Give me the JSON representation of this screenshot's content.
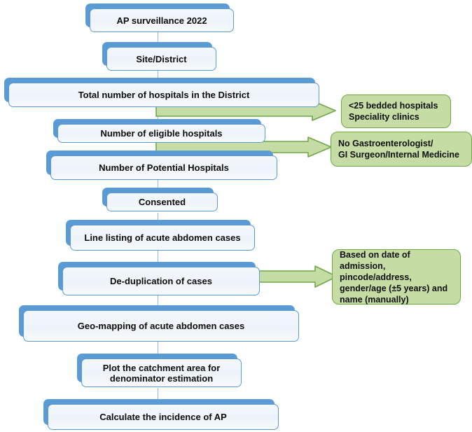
{
  "diagram": {
    "title": "AP surveillance 2022 flowchart",
    "colors": {
      "node_shadow": "#5B9BD5",
      "node_fill": "#F2F6FC",
      "node_border": "#5B9BD5",
      "connector": "#8FB9E0",
      "arrow_fill": "#C5DCA4",
      "arrow_border": "#6FA846",
      "callout_fill": "#C5DCA4",
      "callout_border": "#6FA846",
      "text": "#0d0d0d"
    },
    "nodes": [
      {
        "id": "ap-surveillance-2022",
        "label": "AP surveillance 2022"
      },
      {
        "id": "site-district",
        "label": "Site/District"
      },
      {
        "id": "total-number-of-hospitals",
        "label": "Total number of hospitals in the District"
      },
      {
        "id": "number-of-eligible-hospitals",
        "label": "Number of eligible hospitals"
      },
      {
        "id": "number-of-potential-hospitals",
        "label": "Number of Potential Hospitals"
      },
      {
        "id": "consented",
        "label": "Consented"
      },
      {
        "id": "line-listing",
        "label": "Line listing of acute abdomen cases"
      },
      {
        "id": "de-duplication",
        "label": "De-duplication of cases"
      },
      {
        "id": "geo-mapping",
        "label": "Geo-mapping of acute abdomen cases"
      },
      {
        "id": "plot-catchment-area",
        "label": "Plot the catchment area for\ndenominator estimation"
      },
      {
        "id": "calculate-incidence",
        "label": "Calculate the incidence of AP"
      }
    ],
    "callouts": [
      {
        "id": "excluded-small-hospitals",
        "text": "<25 bedded hospitals\nSpeciality clinics"
      },
      {
        "id": "excluded-no-specialist",
        "text": "No Gastroenterologist/\nGI Surgeon/Internal Medicine"
      },
      {
        "id": "deduplication-criteria",
        "text": "Based on date of admission,\npincode/address,\ngender/age (±5 years) and\nname (manually)"
      }
    ],
    "arrows": [
      {
        "id": "arrow-to-excluded-small-hospitals"
      },
      {
        "id": "arrow-to-excluded-no-specialist"
      },
      {
        "id": "arrow-to-deduplication-criteria"
      }
    ]
  }
}
